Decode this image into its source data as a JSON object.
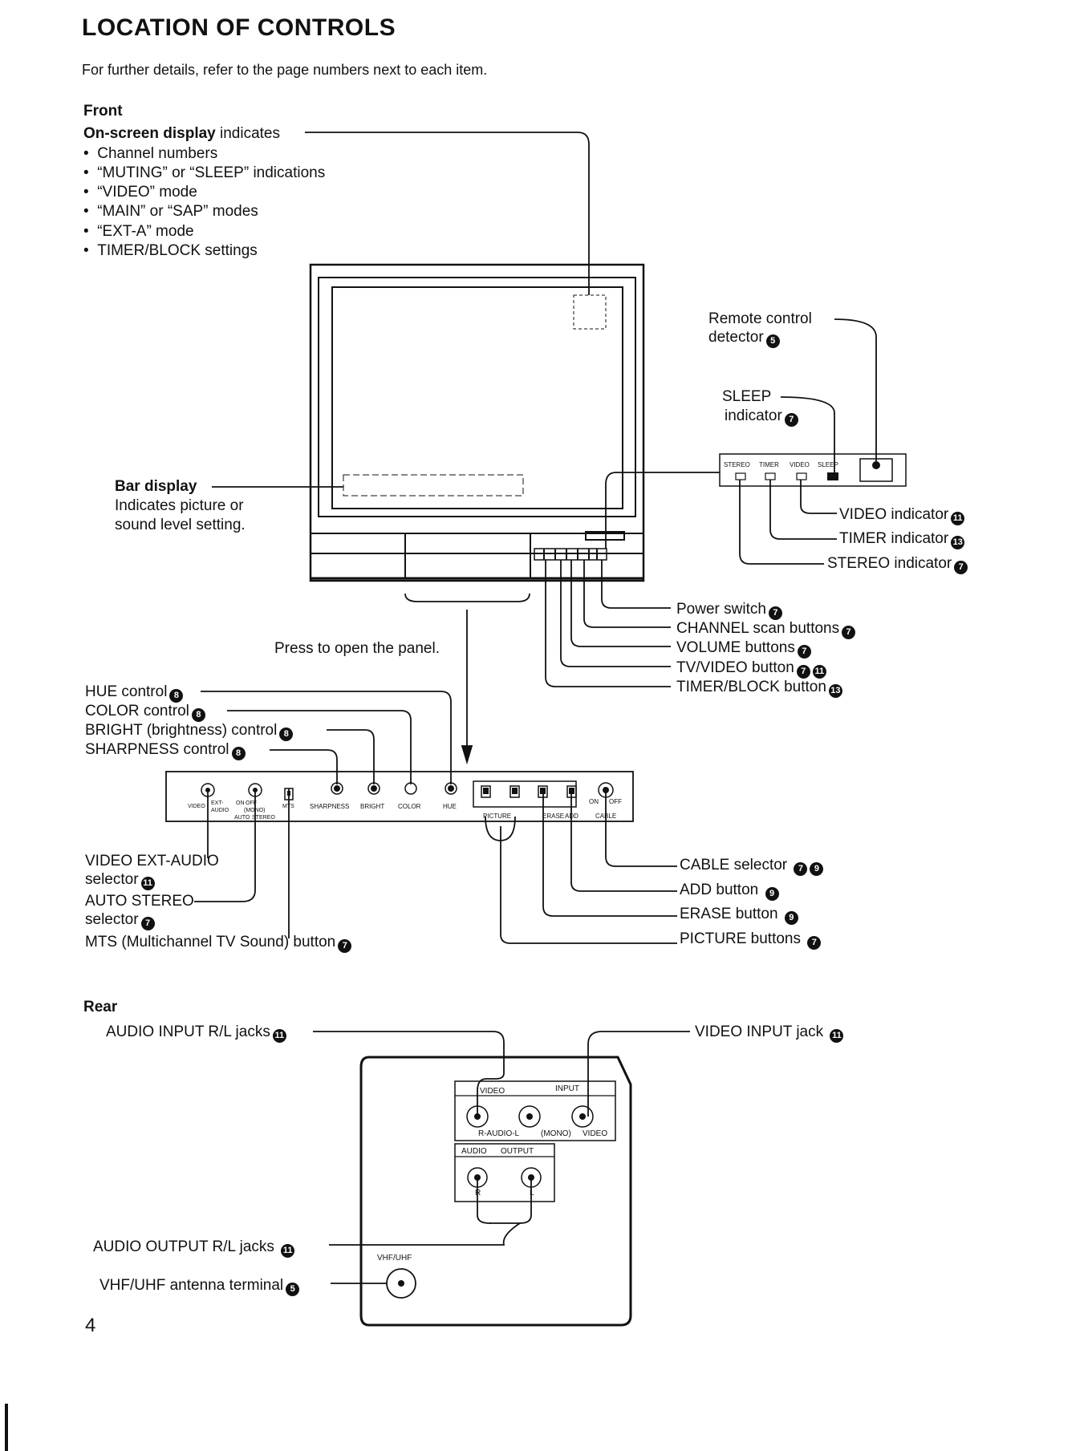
{
  "title": "LOCATION OF CONTROLS",
  "intro": "For further details, refer to the page numbers next to each item.",
  "front": {
    "heading": "Front",
    "onscreen_bold": "On-screen display",
    "onscreen_rest": " indicates",
    "bullets": [
      "Channel numbers",
      "“MUTING” or “SLEEP” indications",
      "“VIDEO” mode",
      "“MAIN” or “SAP” modes",
      "“EXT-A” mode",
      "TIMER/BLOCK settings"
    ],
    "bar_display_bold": "Bar display",
    "bar_display_desc1": "Indicates picture or",
    "bar_display_desc2": "sound level setting.",
    "remote1": "Remote control",
    "remote2": "detector",
    "sleep1": "SLEEP",
    "sleep2": "indicator",
    "panel_labels": {
      "stereo": "STEREO",
      "timer": "TIMER",
      "video": "VIDEO",
      "sleep": "SLEEP"
    },
    "video_ind": "VIDEO indicator",
    "timer_ind": "TIMER indicator",
    "stereo_ind": "STEREO indicator",
    "power": "Power switch",
    "channel": "CHANNEL scan buttons",
    "volume": "VOLUME buttons",
    "tvvideo": "TV/VIDEO button",
    "timerblock": "TIMER/BLOCK button",
    "press": "Press to open the panel.",
    "hue": "HUE control",
    "color": "COLOR control",
    "bright": "BRIGHT (brightness) control",
    "sharp": "SHARPNESS control",
    "video_ext1": "VIDEO EXT-AUDIO",
    "video_ext2": "selector",
    "auto1": "AUTO STEREO",
    "auto2": "selector",
    "mts": "MTS (Multichannel TV Sound) button",
    "cable": "CABLE selector",
    "add": "ADD button",
    "erase": "ERASE button",
    "picture": "PICTURE buttons",
    "sub": {
      "video": "VIDEO",
      "ext": "EXT-",
      "audio": "AUDIO",
      "on": "ON",
      "off": "OFF",
      "mono": "(MONO)",
      "auto": "AUTO",
      "stereo": "STEREO",
      "mts": "MTS",
      "sharpness": "SHARPNESS",
      "bright": "BRIGHT",
      "color": "COLOR",
      "hue": "HUE",
      "picture": "PICTURE",
      "erase": "ERASE",
      "add": "ADD",
      "cable": "CABLE"
    }
  },
  "rear": {
    "heading": "Rear",
    "audio_in": "AUDIO INPUT R/L jacks",
    "video_in": "VIDEO INPUT jack",
    "audio_out": "AUDIO OUTPUT R/L jacks",
    "vhf": "VHF/UHF antenna terminal",
    "panel": {
      "video": "VIDEO",
      "input": "INPUT",
      "raudio": "R-AUDIO-L",
      "mono": "(MONO)",
      "videoj": "VIDEO",
      "audio": "AUDIO",
      "output": "OUTPUT",
      "r": "R",
      "l": "L",
      "vhfuhf": "VHF/UHF"
    }
  },
  "page_number": "4"
}
